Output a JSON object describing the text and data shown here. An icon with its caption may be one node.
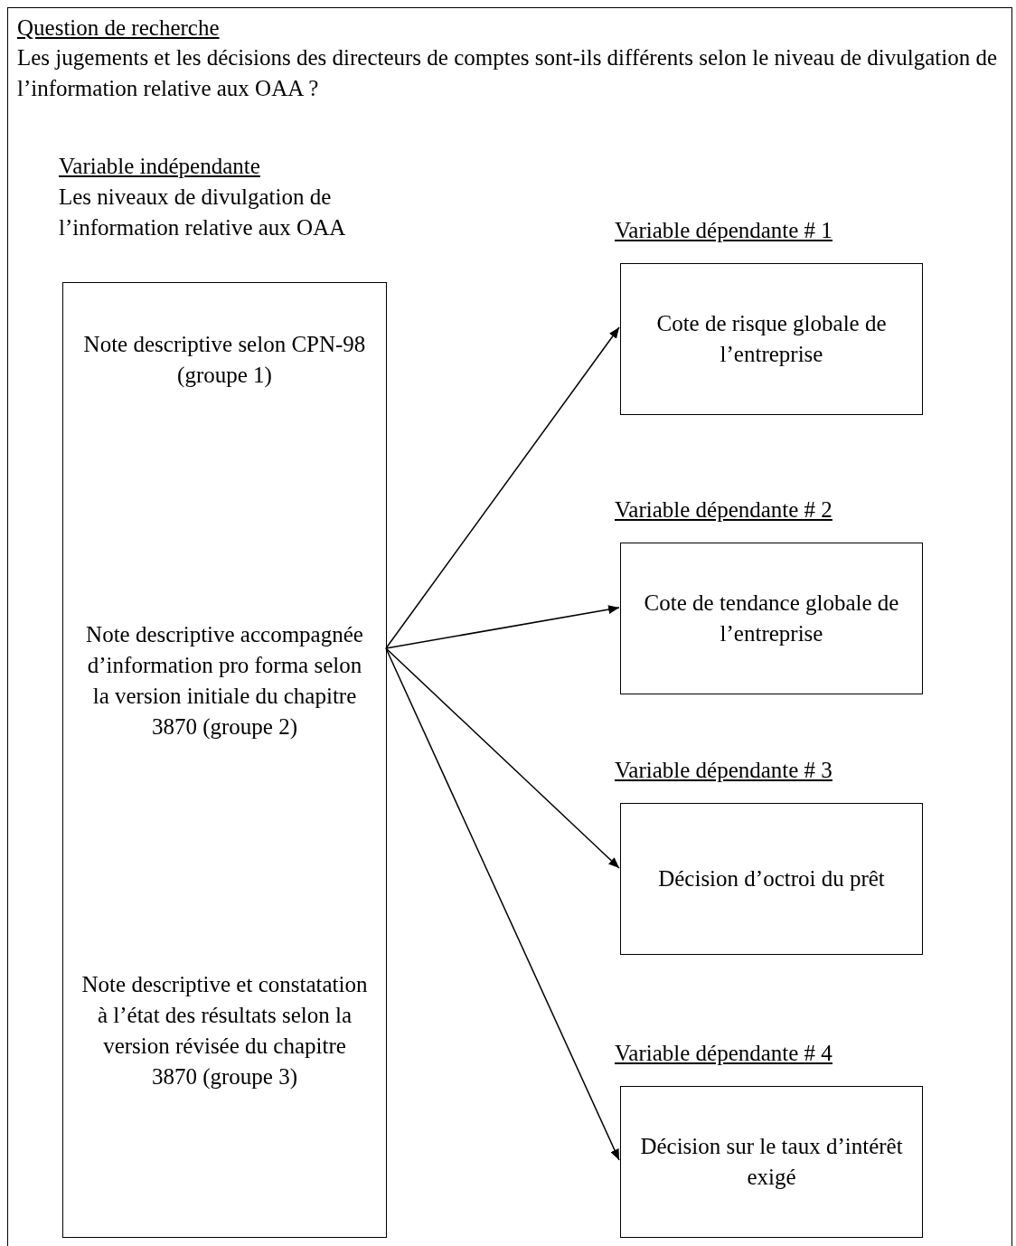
{
  "diagram": {
    "nodes": [
      {
        "text": [
          "Question de recherche",
          "Les jugements et les décisions des directeurs de comptes sont-ils différents selon le niveau de divulgation de l’information relative aux OAA ?"
        ]
      },
      {
        "text": [
          "Variable indépendante",
          "Les niveaux de divulgation de l’information relative aux OAA",
          "Note descriptive selon CPN-98 (groupe 1)",
          "Note descriptive accompagnée d’information pro forma selon la version initiale du chapitre 3870 (groupe 2)",
          "Note descriptive et constatation à l’état des résultats selon la version révisée du chapitre 3870 (groupe 3)"
        ],
        "in": 0
      },
      {
        "text": [
          "Variable dépendante # 1",
          "Cote de risque globale de l’entreprise"
        ],
        "in": 0
      },
      {
        "text": [
          "Variable dépendante # 2",
          "Cote de tendance globale de l’entreprise"
        ],
        "in": 0
      },
      {
        "text": [
          "Variable dépendante # 3",
          "Décision d’octroi du prêt"
        ],
        "in": 0
      },
      {
        "text": [
          "Variable dépendante # 4",
          "Décision sur le taux d’intérêt exigé"
        ],
        "in": 0
      }
    ],
    "edges": [
      {
        "from": 1,
        "to": 2,
        "arrow": "to"
      },
      {
        "from": 1,
        "to": 3,
        "arrow": "to"
      },
      {
        "from": 1,
        "to": 4,
        "arrow": "to"
      },
      {
        "from": 1,
        "to": 5,
        "arrow": "to"
      }
    ]
  }
}
